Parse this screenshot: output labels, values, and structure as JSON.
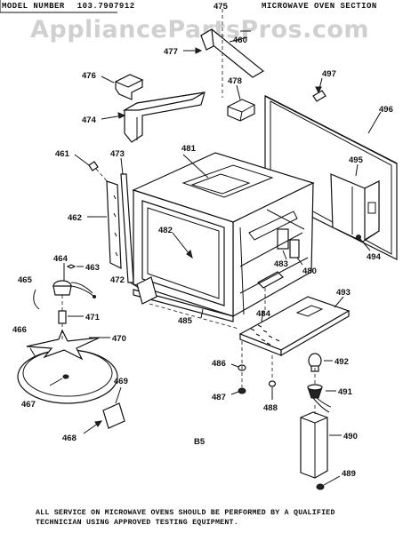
{
  "header": {
    "model_label": "MODEL NUMBER",
    "model_number": "103.7907912",
    "section": "MICROWAVE OVEN SECTION"
  },
  "watermark": "AppliancePartsPros.com",
  "page_code": "B5",
  "footer": {
    "line1": "ALL SERVICE ON MICROWAVE OVENS SHOULD BE PERFORMED BY A QUALIFIED",
    "line2": "TECHNICIAN USING APPROVED TESTING EQUIPMENT."
  },
  "parts": [
    {
      "id": "p475",
      "num": "475"
    },
    {
      "id": "p460",
      "num": "460"
    },
    {
      "id": "p477",
      "num": "477"
    },
    {
      "id": "p476",
      "num": "476"
    },
    {
      "id": "p478",
      "num": "478"
    },
    {
      "id": "p474",
      "num": "474"
    },
    {
      "id": "p497",
      "num": "497"
    },
    {
      "id": "p496",
      "num": "496"
    },
    {
      "id": "p481",
      "num": "481"
    },
    {
      "id": "p495",
      "num": "495"
    },
    {
      "id": "p461",
      "num": "461"
    },
    {
      "id": "p473",
      "num": "473"
    },
    {
      "id": "p462",
      "num": "462"
    },
    {
      "id": "p482",
      "num": "482"
    },
    {
      "id": "p483",
      "num": "483"
    },
    {
      "id": "p480",
      "num": "480"
    },
    {
      "id": "p494",
      "num": "494"
    },
    {
      "id": "p464",
      "num": "464"
    },
    {
      "id": "p463",
      "num": "463"
    },
    {
      "id": "p465",
      "num": "465"
    },
    {
      "id": "p472",
      "num": "472"
    },
    {
      "id": "p493",
      "num": "493"
    },
    {
      "id": "p484",
      "num": "484"
    },
    {
      "id": "p471",
      "num": "471"
    },
    {
      "id": "p485",
      "num": "485"
    },
    {
      "id": "p466",
      "num": "466"
    },
    {
      "id": "p470",
      "num": "470"
    },
    {
      "id": "p492",
      "num": "492"
    },
    {
      "id": "p486",
      "num": "486"
    },
    {
      "id": "p469",
      "num": "469"
    },
    {
      "id": "p487",
      "num": "487"
    },
    {
      "id": "p491",
      "num": "491"
    },
    {
      "id": "p467",
      "num": "467"
    },
    {
      "id": "p488",
      "num": "488"
    },
    {
      "id": "p490",
      "num": "490"
    },
    {
      "id": "p468",
      "num": "468"
    },
    {
      "id": "p489",
      "num": "489"
    }
  ]
}
